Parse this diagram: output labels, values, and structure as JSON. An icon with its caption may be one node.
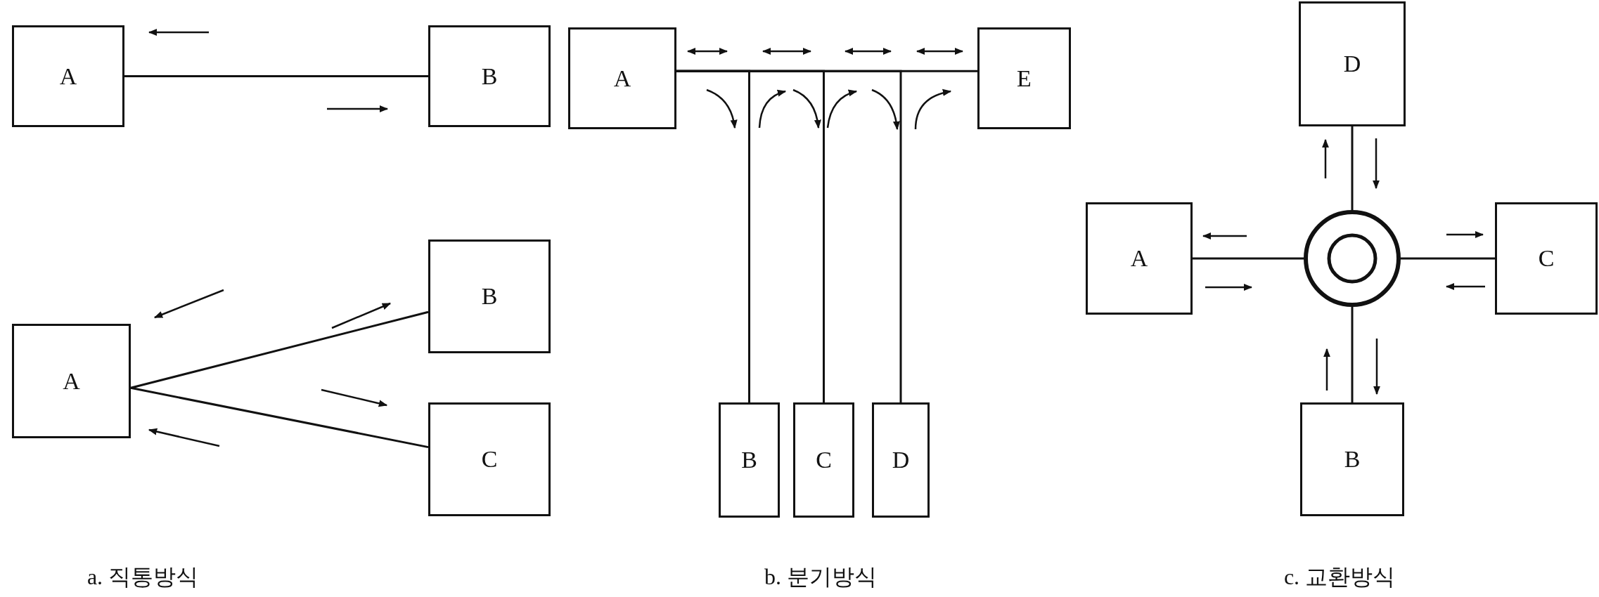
{
  "diagram": {
    "nodes": [
      {
        "text": [
          "A"
        ]
      },
      {
        "text": [
          "B"
        ]
      },
      {
        "text": [
          "A"
        ]
      },
      {
        "text": [
          "B"
        ]
      },
      {
        "text": [
          "C"
        ]
      },
      {
        "text": [
          "A"
        ]
      },
      {
        "text": [
          "E"
        ]
      },
      {
        "text": [
          "B"
        ]
      },
      {
        "text": [
          "C"
        ]
      },
      {
        "text": [
          "D"
        ]
      },
      {
        "text": [
          "D"
        ]
      },
      {
        "text": [
          "A"
        ]
      },
      {
        "text": [],
        "shape": "circle"
      },
      {
        "text": [
          "C"
        ]
      },
      {
        "text": [
          "B"
        ]
      }
    ],
    "edges": [
      {
        "from": 0,
        "to": 1,
        "arrow": "none"
      },
      {
        "from": 2,
        "to": 3,
        "arrow": "none"
      },
      {
        "from": 2,
        "to": 4,
        "arrow": "none"
      },
      {
        "from": 5,
        "to": 6,
        "arrow": "none"
      },
      {
        "from": 5,
        "to": 7,
        "arrow": "none"
      },
      {
        "from": 5,
        "to": 8,
        "arrow": "none"
      },
      {
        "from": 5,
        "to": 9,
        "arrow": "none"
      },
      {
        "from": 12,
        "to": 10,
        "arrow": "none"
      },
      {
        "from": 12,
        "to": 11,
        "arrow": "none"
      },
      {
        "from": 12,
        "to": 13,
        "arrow": "none"
      },
      {
        "from": 12,
        "to": 14,
        "arrow": "none"
      }
    ],
    "labels": [
      "a. 직통방식",
      "b. 분기방식",
      "c. 교환방식"
    ]
  }
}
